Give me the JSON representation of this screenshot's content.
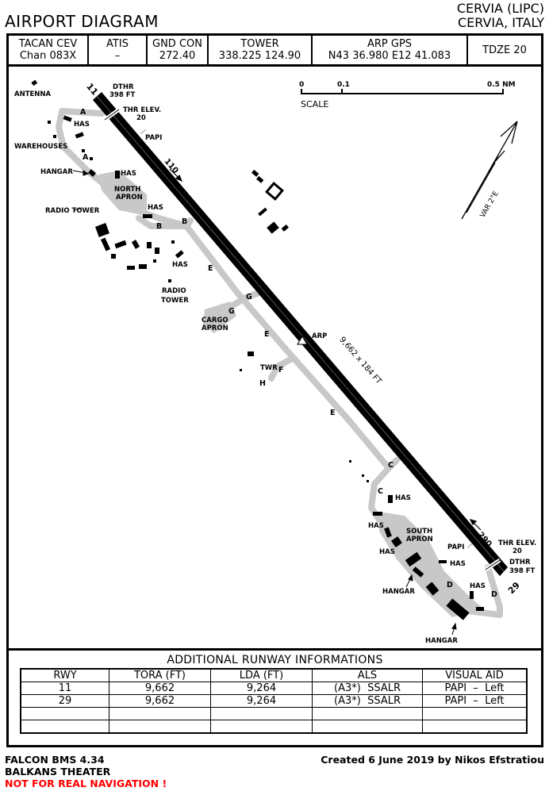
{
  "header": {
    "title": "AIRPORT DIAGRAM",
    "location_line1": "CERVIA (LIPC)",
    "location_line2": "CERVIA, ITALY"
  },
  "info_bar": [
    {
      "label": "TACAN CEV",
      "value": "Chan 083X"
    },
    {
      "label": "ATIS",
      "value": "–"
    },
    {
      "label": "GND CON",
      "value": "272.40"
    },
    {
      "label": "TOWER",
      "value": "338.225 124.90"
    },
    {
      "label": "ARP GPS",
      "value": "N43 36.980 E12 41.083"
    },
    {
      "label": "TDZE 20",
      "value": ""
    }
  ],
  "map": {
    "scale": {
      "ticks": [
        "0",
        "0.1",
        "0.5 NM"
      ],
      "label": "SCALE"
    },
    "north_arrow": {
      "variation": "VAR 2°E"
    },
    "runway": {
      "dimensions": "9,662 x 184 FT",
      "rwy_11": {
        "designator": "11",
        "heading": "110",
        "dthr": "DTHR",
        "dthr_value": "398 FT",
        "thr_elev": "THR ELEV.",
        "thr_elev_value": "20"
      },
      "rwy_29": {
        "designator": "29",
        "heading": "290",
        "dthr": "DTHR",
        "dthr_value": "398 FT",
        "thr_elev": "THR ELEV.",
        "thr_elev_value": "20"
      },
      "arp": "ARP",
      "papi": "PAPI"
    },
    "taxiways": [
      "A",
      "B",
      "C",
      "D",
      "E",
      "F",
      "G",
      "H"
    ],
    "labels": {
      "antenna": "ANTENNA",
      "warehouses": "WAREHOUSES",
      "hangar": "HANGAR",
      "radio_tower": "RADIO TOWER",
      "radio": "RADIO",
      "tower": "TOWER",
      "has": "HAS",
      "north": "NORTH",
      "south": "SOUTH",
      "apron": "APRON",
      "cargo": "CARGO",
      "twr": "TWR"
    }
  },
  "runway_table": {
    "title": "ADDITIONAL RUNWAY INFORMATIONS",
    "columns": [
      "RWY",
      "TORA (FT)",
      "LDA (FT)",
      "ALS",
      "VISUAL AID"
    ],
    "rows": [
      [
        "11",
        "9,662",
        "9,264",
        "(A3*)  SSALR",
        "PAPI  –  Left"
      ],
      [
        "29",
        "9,662",
        "9,264",
        "(A3*)  SSALR",
        "PAPI  –  Left"
      ],
      [
        "",
        "",
        "",
        "",
        ""
      ],
      [
        "",
        "",
        "",
        "",
        ""
      ]
    ]
  },
  "footer": {
    "line1": "FALCON BMS 4.34",
    "line2": "BALKANS THEATER",
    "warning": "NOT FOR REAL NAVIGATION !",
    "credit": "Created 6 June 2019 by Nikos Efstratiou"
  },
  "colors": {
    "warning": "#ff0000",
    "taxiway": "#c8c8c8",
    "runway": "#000000"
  }
}
